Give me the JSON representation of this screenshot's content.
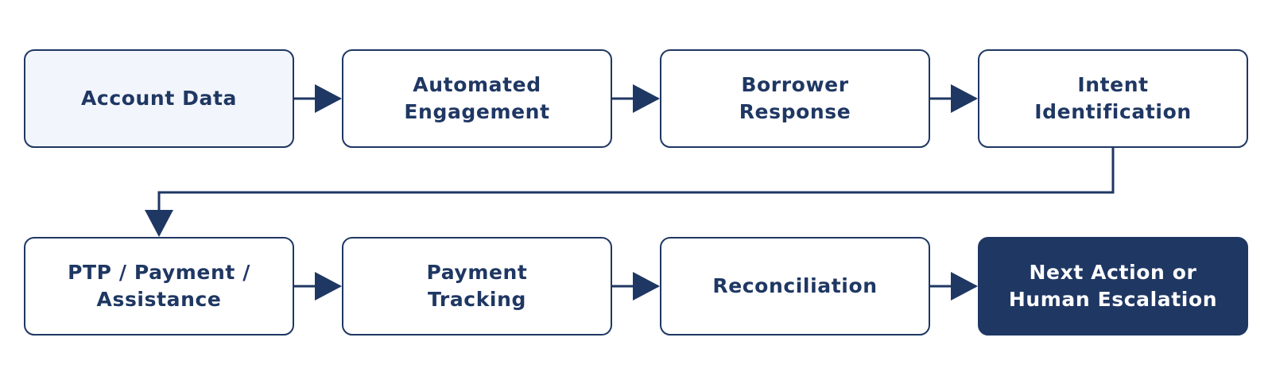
{
  "colors": {
    "primary": "#1f3763",
    "start_fill": "#f2f5fb",
    "node_fill": "#ffffff",
    "end_text": "#ffffff"
  },
  "flow": {
    "nodes": [
      {
        "id": "account-data",
        "label": "Account Data"
      },
      {
        "id": "automated-engagement",
        "label": "Automated\nEngagement"
      },
      {
        "id": "borrower-response",
        "label": "Borrower\nResponse"
      },
      {
        "id": "intent-identification",
        "label": "Intent\nIdentification"
      },
      {
        "id": "ptp-payment-assistance",
        "label": "PTP / Payment /\nAssistance"
      },
      {
        "id": "payment-tracking",
        "label": "Payment\nTracking"
      },
      {
        "id": "reconciliation",
        "label": "Reconciliation"
      },
      {
        "id": "next-action-or-human-escalation",
        "label": "Next Action or\nHuman Escalation"
      }
    ],
    "edges": [
      {
        "from": "account-data",
        "to": "automated-engagement"
      },
      {
        "from": "automated-engagement",
        "to": "borrower-response"
      },
      {
        "from": "borrower-response",
        "to": "intent-identification"
      },
      {
        "from": "intent-identification",
        "to": "ptp-payment-assistance"
      },
      {
        "from": "ptp-payment-assistance",
        "to": "payment-tracking"
      },
      {
        "from": "payment-tracking",
        "to": "reconciliation"
      },
      {
        "from": "reconciliation",
        "to": "next-action-or-human-escalation"
      }
    ]
  }
}
